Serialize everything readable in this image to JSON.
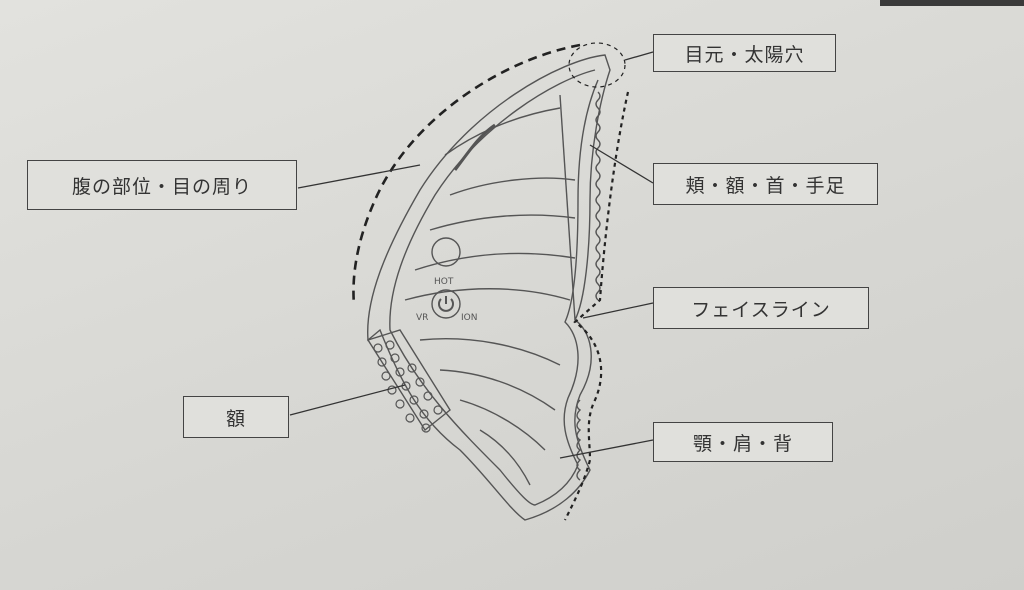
{
  "labels": {
    "eye_temple": "目元・太陽穴",
    "cheek_forehead_neck_limbs": "頬・額・首・手足",
    "face_line": "フェイスライン",
    "chin_shoulder_back": "顎・肩・背",
    "forehead": "額",
    "belly_eye_area": "腹の部位・目の周り"
  },
  "device": {
    "hot": "HOT",
    "vr": "VR",
    "ion": "ION"
  }
}
